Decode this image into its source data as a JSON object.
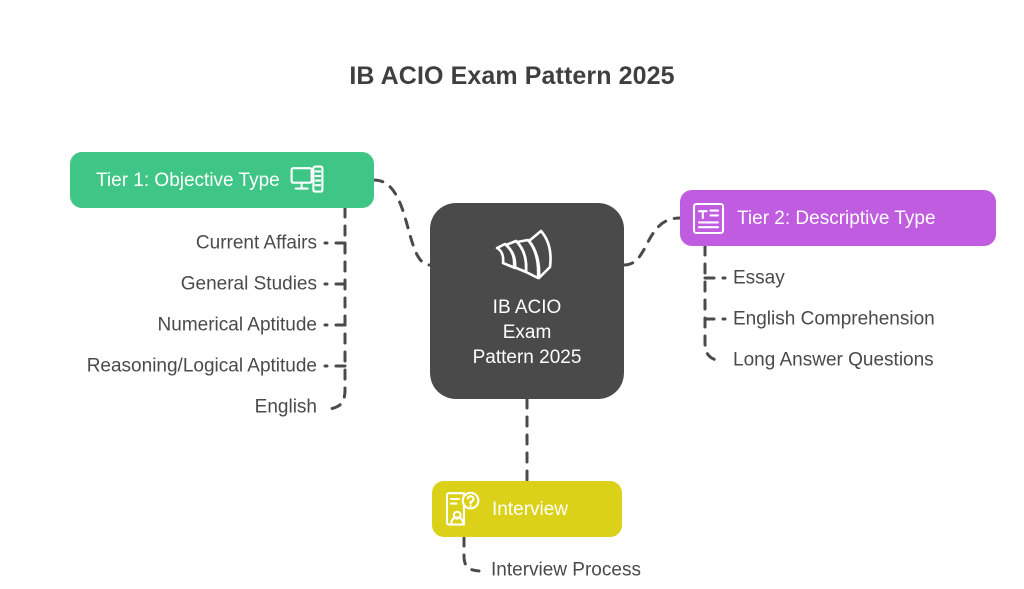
{
  "title": "IB ACIO Exam Pattern 2025",
  "colors": {
    "background": "#ffffff",
    "title_text": "#3f3f3f",
    "center_node": "#4a4a4a",
    "tier1_green": "#3fc585",
    "tier2_purple": "#c05ce0",
    "interview_yellow": "#dbd119",
    "leaf_text": "#4a4a4a",
    "connector": "#4a4a4a"
  },
  "center": {
    "icon": "open-book-icon",
    "label": "IB ACIO\nExam\nPattern 2025",
    "line1": "IB ACIO",
    "line2": "Exam",
    "line3": "Pattern 2025"
  },
  "branches": {
    "tier1": {
      "label": "Tier 1: Objective Type",
      "icon": "desktop-computer-icon",
      "color": "#3fc585",
      "icon_position": "right",
      "items": [
        {
          "label": "Current Affairs"
        },
        {
          "label": "General Studies"
        },
        {
          "label": "Numerical Aptitude"
        },
        {
          "label": "Reasoning/Logical Aptitude"
        },
        {
          "label": "English"
        }
      ]
    },
    "tier2": {
      "label": "Tier 2: Descriptive Type",
      "icon": "document-text-icon",
      "color": "#c05ce0",
      "icon_position": "left",
      "items": [
        {
          "label": "Essay"
        },
        {
          "label": "English Comprehension"
        },
        {
          "label": "Long Answer Questions"
        }
      ]
    },
    "interview": {
      "label": "Interview",
      "icon": "interview-person-question-icon",
      "color": "#dbd119",
      "icon_position": "left",
      "items": [
        {
          "label": "Interview Process"
        }
      ]
    }
  }
}
